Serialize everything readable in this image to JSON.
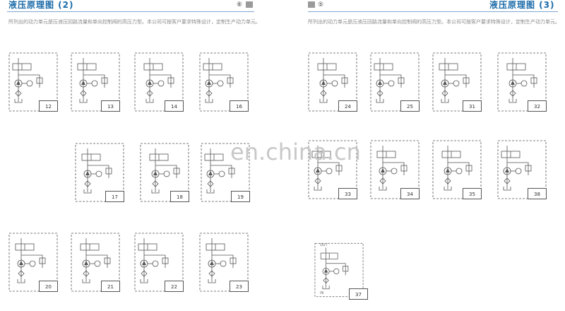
{
  "left_page": {
    "title": "液压原理图 (2)",
    "page_number": "⑥",
    "intro": "所列出的动力单元是压液压回路流量和单向控制阀的高压力型。本公司可按客户要求特殊设计，定制生产动力单元。"
  },
  "right_page": {
    "title": "液压原理图 (3)",
    "page_number": "⑤",
    "intro": "所列出的动力单元是压液压回路流量和单向控制阀的高压力型。本公司可按客户要求特殊设计，定制生产动力单元。"
  },
  "watermark": "en.china.cn",
  "diagrams": [
    {
      "number": "12"
    },
    {
      "number": "13"
    },
    {
      "number": "14"
    },
    {
      "number": "16"
    },
    {
      "number": "17"
    },
    {
      "number": "18"
    },
    {
      "number": "19"
    },
    {
      "number": "20"
    },
    {
      "number": "21"
    },
    {
      "number": "22"
    },
    {
      "number": "23"
    },
    {
      "number": "24"
    },
    {
      "number": "25"
    },
    {
      "number": "31"
    },
    {
      "number": "32"
    },
    {
      "number": "33"
    },
    {
      "number": "34"
    },
    {
      "number": "35"
    },
    {
      "number": "38"
    },
    {
      "number": "37",
      "labels": [
        "OUT",
        "IN"
      ]
    }
  ],
  "colors": {
    "title": "#1a6aa8",
    "rule": "#7fa9cf",
    "line": "#555555",
    "text_gray": "#8a8a8a"
  }
}
